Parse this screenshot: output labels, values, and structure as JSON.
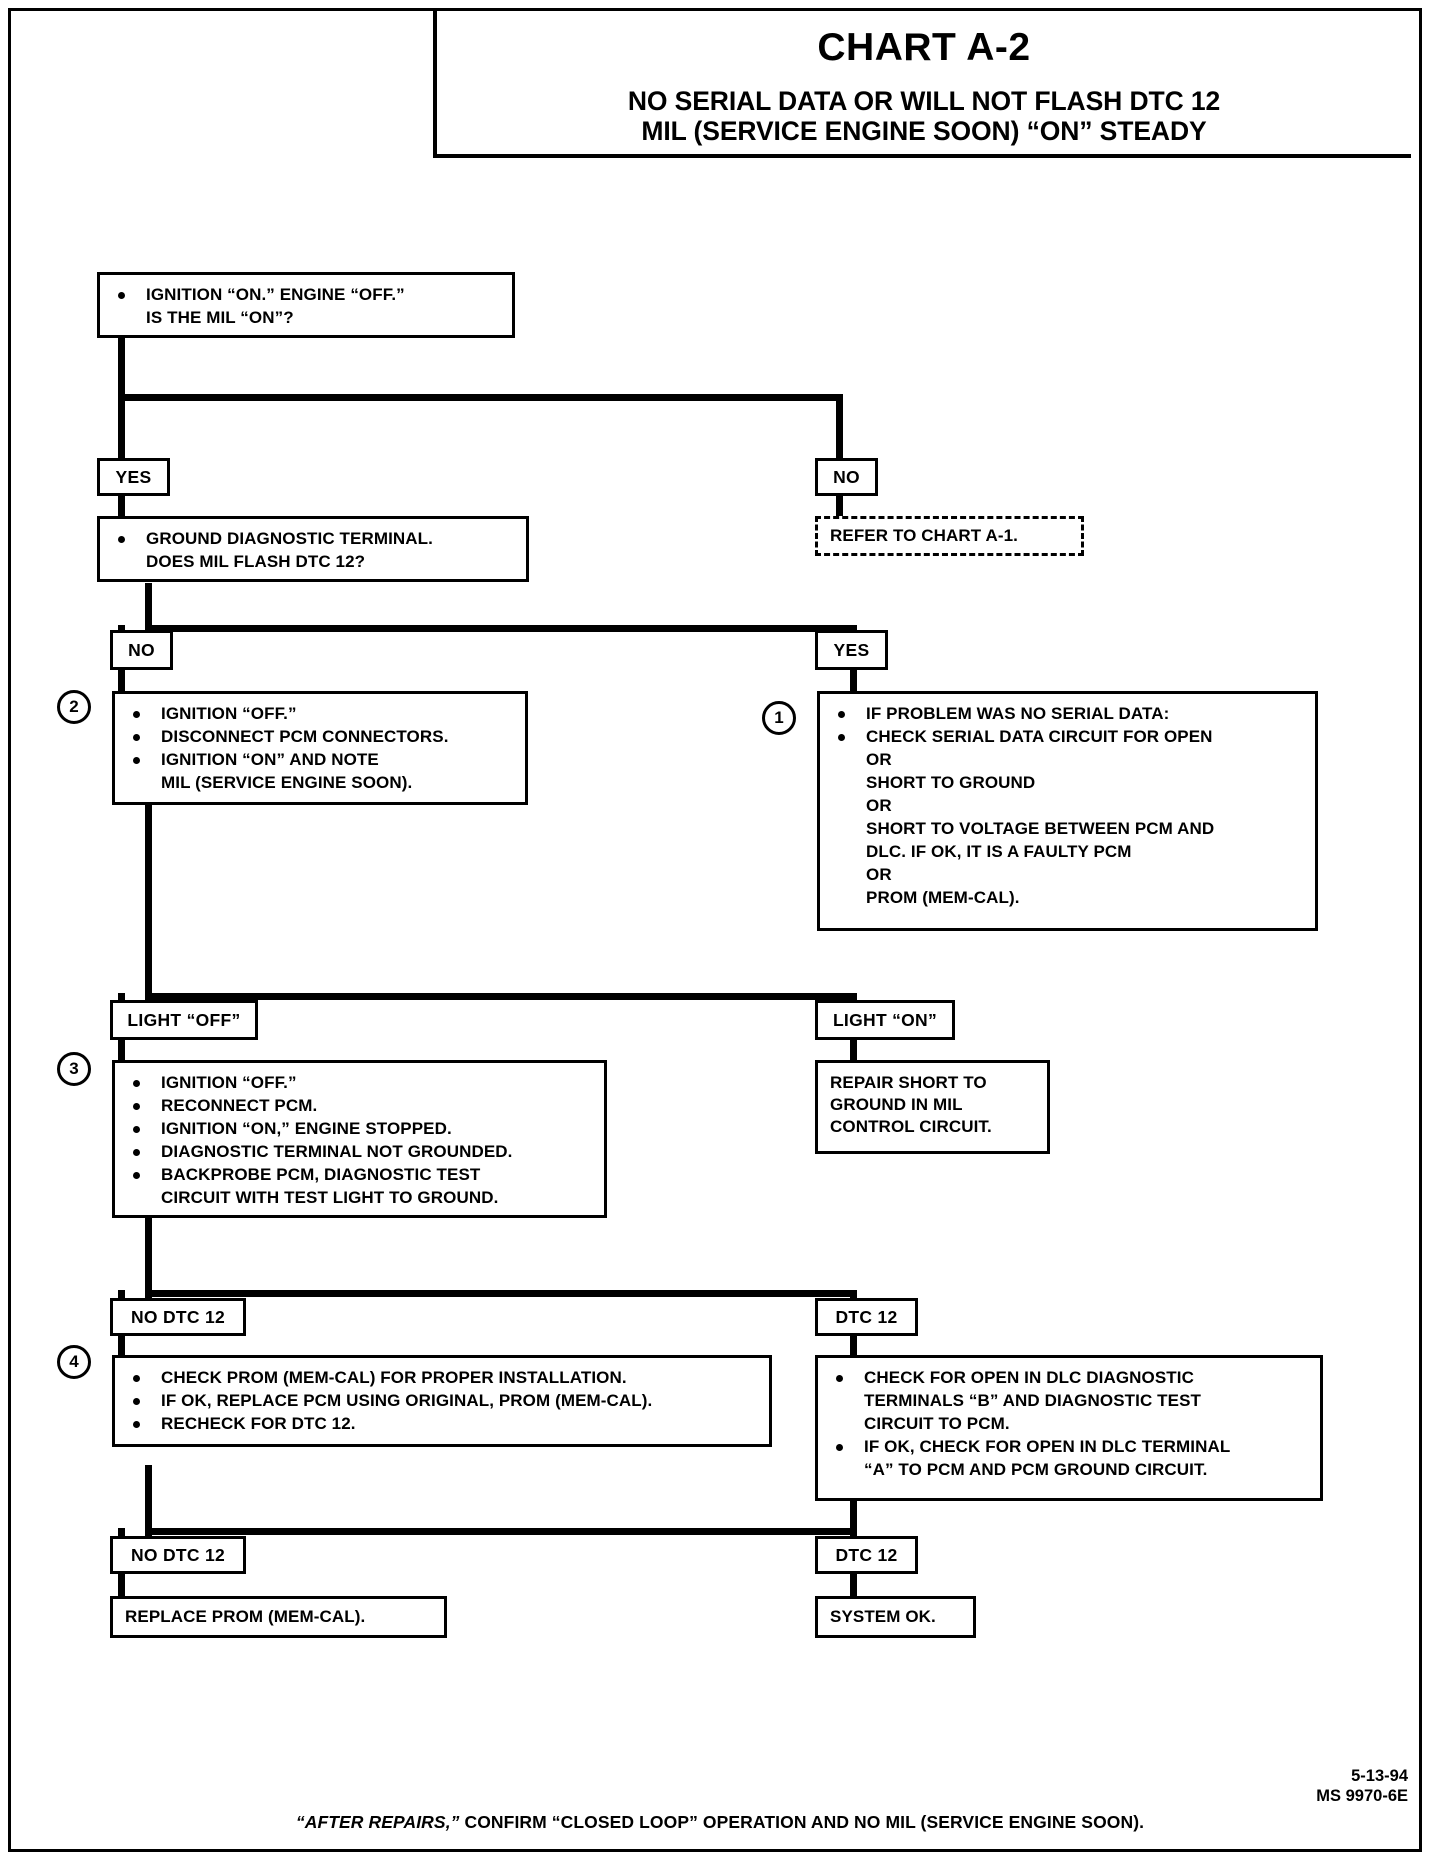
{
  "header": {
    "chart_title": "CHART A-2",
    "subtitle_line1": "NO SERIAL DATA OR WILL NOT FLASH DTC 12",
    "subtitle_line2": "MIL (SERVICE ENGINE SOON) “ON” STEADY"
  },
  "nodes": {
    "start": {
      "line1": "IGNITION “ON.”  ENGINE “OFF.”",
      "line2": "IS THE MIL “ON”?"
    },
    "ground_terminal": {
      "line1": "GROUND DIAGNOSTIC TERMINAL.",
      "line2": "DOES MIL FLASH DTC 12?"
    },
    "refer_chart_a1": {
      "text": "REFER TO CHART A-1."
    },
    "step2": {
      "number": "2",
      "b1": "IGNITION “OFF.”",
      "b2": "DISCONNECT PCM CONNECTORS.",
      "b3": "IGNITION “ON” AND NOTE",
      "b3_cont": "MIL (SERVICE ENGINE SOON)."
    },
    "step1": {
      "number": "1",
      "b1": "IF PROBLEM WAS NO SERIAL DATA:",
      "b2": "CHECK SERIAL DATA CIRCUIT FOR OPEN",
      "l3": "OR",
      "l4": "SHORT TO GROUND",
      "l5": "OR",
      "l6": "SHORT TO VOLTAGE BETWEEN PCM AND",
      "l7": "DLC.  IF OK, IT IS A FAULTY PCM",
      "l8": "OR",
      "l9": "PROM (MEM-CAL)."
    },
    "step3": {
      "number": "3",
      "b1": "IGNITION “OFF.”",
      "b2": "RECONNECT PCM.",
      "b3": "IGNITION “ON,” ENGINE STOPPED.",
      "b4": "DIAGNOSTIC TERMINAL NOT GROUNDED.",
      "b5": "BACKPROBE PCM, DIAGNOSTIC TEST",
      "b5_cont": "CIRCUIT WITH TEST LIGHT TO GROUND."
    },
    "repair_short": {
      "line1": "REPAIR SHORT TO",
      "line2": "GROUND IN MIL",
      "line3": "CONTROL CIRCUIT."
    },
    "step4": {
      "number": "4",
      "b1": "CHECK PROM (MEM-CAL) FOR PROPER INSTALLATION.",
      "b2": "IF OK, REPLACE PCM USING ORIGINAL, PROM (MEM-CAL).",
      "b3": "RECHECK FOR DTC 12."
    },
    "check_dlc": {
      "b1": "CHECK FOR OPEN IN DLC DIAGNOSTIC",
      "b1_c1": "TERMINALS “B” AND DIAGNOSTIC TEST",
      "b1_c2": "CIRCUIT TO PCM.",
      "b2": "IF OK, CHECK FOR OPEN IN DLC TERMINAL",
      "b2_c1": "“A” TO PCM AND PCM GROUND CIRCUIT."
    },
    "replace_prom": {
      "text": "REPLACE PROM (MEM-CAL)."
    },
    "system_ok": {
      "text": "SYSTEM OK."
    }
  },
  "tags": {
    "yes_1": "YES",
    "no_1": "NO",
    "no_2": "NO",
    "yes_2": "YES",
    "light_off": "LIGHT “OFF”",
    "light_on": "LIGHT “ON”",
    "no_dtc12_a": "NO DTC 12",
    "dtc12_a": "DTC 12",
    "no_dtc12_b": "NO DTC 12",
    "dtc12_b": "DTC 12"
  },
  "footer": {
    "note_italic": "“AFTER REPAIRS,”",
    "note_rest": " CONFIRM “CLOSED LOOP” OPERATION AND NO MIL (SERVICE ENGINE SOON).",
    "date_code": "5-13-94",
    "doc_code": "MS 9970-6E"
  },
  "colors": {
    "ink": "#000000",
    "paper": "#ffffff"
  }
}
